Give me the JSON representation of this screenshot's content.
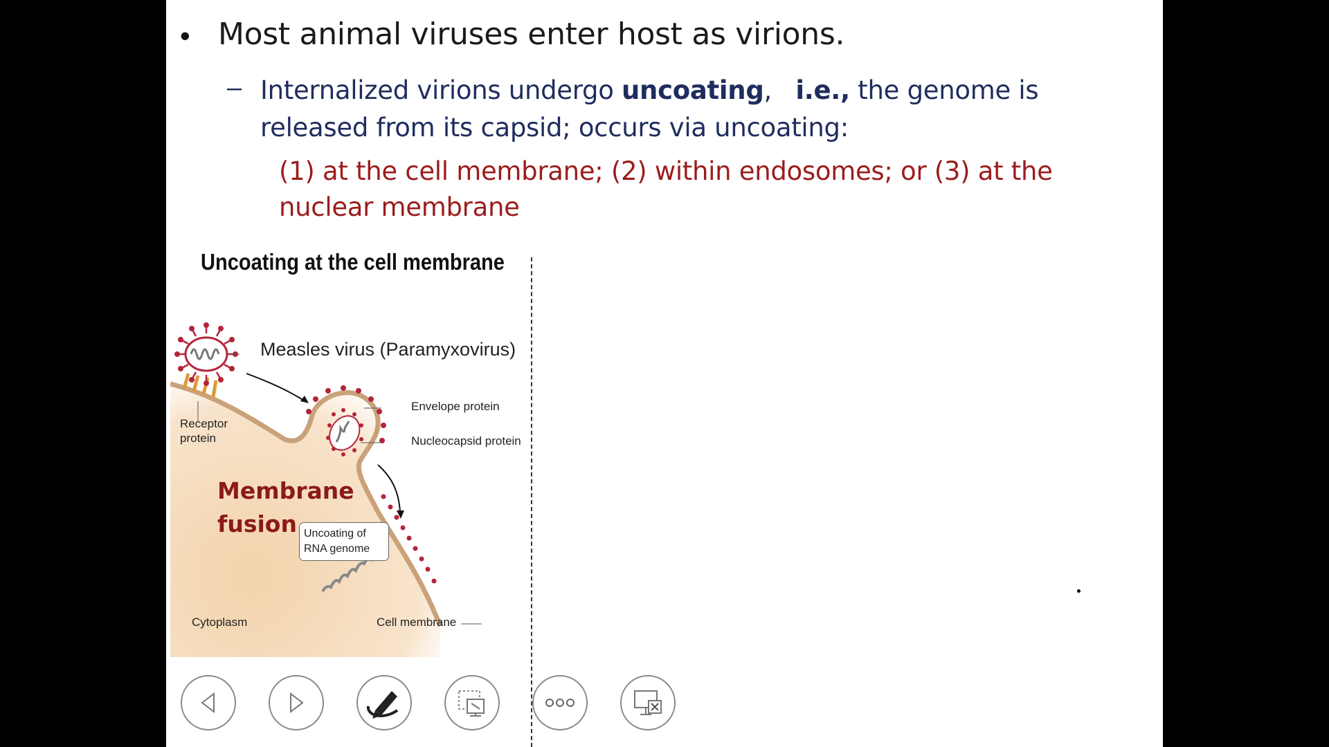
{
  "slide": {
    "main_bullet": "Most animal viruses enter host as virions.",
    "sub_bullet": {
      "part1": "Internalized virions undergo ",
      "bold1": "uncoating",
      "part2": ",   ",
      "bold2": "i.e.,",
      "part3": " the genome is released from its capsid; occurs via uncoating:"
    },
    "red_text": "(1) at the cell membrane; (2) within endosomes; or (3) at the nuclear membrane"
  },
  "figure": {
    "title": "Uncoating at the cell membrane",
    "virus_label": "Measles virus (Paramyxovirus)",
    "envelope_label": "Envelope protein",
    "nucleocapsid_label": "Nucleocapsid protein",
    "receptor_label_1": "Receptor",
    "receptor_label_2": "protein",
    "fusion_label_1": "Membrane",
    "fusion_label_2": "fusion",
    "uncoating_label_1": "Uncoating of",
    "uncoating_label_2": "RNA genome",
    "cytoplasm_label": "Cytoplasm",
    "cell_membrane_label": "Cell membrane"
  },
  "controls": [
    {
      "icon": "previous-icon"
    },
    {
      "icon": "next-icon"
    },
    {
      "icon": "pen-icon"
    },
    {
      "icon": "zoom-slide-icon"
    },
    {
      "icon": "more-options-icon"
    },
    {
      "icon": "end-show-icon"
    }
  ],
  "colors": {
    "sub_bullet": "#1f2d5e",
    "red_text": "#9b1c1c",
    "virus_red": "#b5243a",
    "cytoplasm": "#f5dcbc"
  }
}
